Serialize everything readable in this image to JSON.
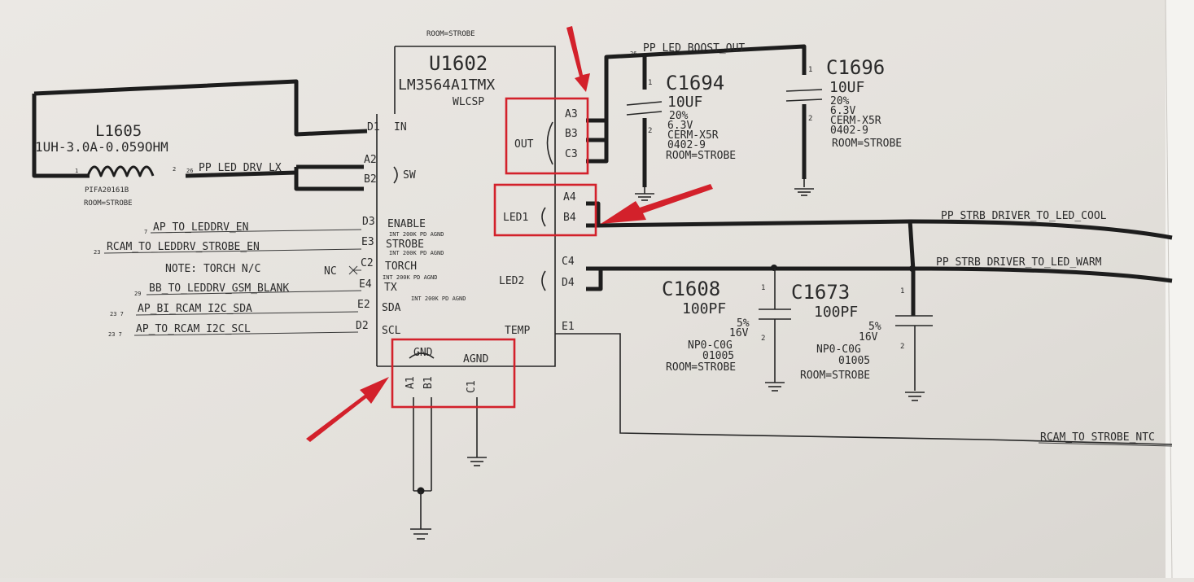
{
  "chip": {
    "room_label": "ROOM=STROBE",
    "refdes": "U1602",
    "part": "LM3564A1TMX",
    "package": "WLCSP",
    "pins_left": [
      {
        "id": "D1",
        "name": "IN"
      },
      {
        "id": "A2",
        "name": ""
      },
      {
        "id": "B2",
        "name": "SW"
      },
      {
        "id": "D3",
        "name": "ENABLE"
      },
      {
        "id": "E3",
        "name": "STROBE"
      },
      {
        "id": "C2",
        "name": "TORCH"
      },
      {
        "id": "E4",
        "name": "TX"
      },
      {
        "id": "E2",
        "name": "SDA"
      },
      {
        "id": "D2",
        "name": "SCL"
      }
    ],
    "pins_right": [
      {
        "id": "A3",
        "name": ""
      },
      {
        "id": "B3",
        "name": ""
      },
      {
        "id": "C3",
        "name": ""
      },
      {
        "id": "A4",
        "name": ""
      },
      {
        "id": "B4",
        "name": ""
      },
      {
        "id": "C4",
        "name": ""
      },
      {
        "id": "D4",
        "name": ""
      },
      {
        "id": "E1",
        "name": "TEMP"
      }
    ],
    "pins_bottom": [
      {
        "id": "A1"
      },
      {
        "id": "B1"
      },
      {
        "id": "C1"
      }
    ],
    "group_out": "OUT",
    "group_led1": "LED1",
    "group_led2": "LED2",
    "gnd_label": "GND",
    "agnd_label": "AGND",
    "pulldown_notes": [
      "INT 200K PD AGND",
      "INT 200K PD AGND",
      "INT 200K PD AGND",
      "INT 200K PD AGND"
    ]
  },
  "inductor": {
    "refdes": "L1605",
    "value": "1UH-3.0A-0.059OHM",
    "pin1": "1",
    "pin2": "2",
    "footprint": "PIFA20161B",
    "room": "ROOM=STROBE"
  },
  "nets": {
    "drv_lx": "PP_LED_DRV_LX",
    "drv_lx_page": "26",
    "boost_out": "PP_LED_BOOST_OUT",
    "boost_out_page": "26",
    "cool": "PP_STRB_DRIVER_TO_LED_COOL",
    "warm": "PP_STRB_DRIVER_TO_LED_WARM",
    "rcam_strobe": "RCAM_TO_STROBE_NTC"
  },
  "signals": [
    {
      "page": "7",
      "name": "AP_TO_LEDDRV_EN"
    },
    {
      "page": "23",
      "name": "RCAM_TO_LEDDRV_STROBE_EN"
    },
    {
      "page": "",
      "name": "NOTE: TORCH N/C"
    },
    {
      "page": "29",
      "name": "BB_TO_LEDDRV_GSM_BLANK"
    },
    {
      "page": "23 7",
      "name": "AP_BI_RCAM_I2C_SDA"
    },
    {
      "page": "23 7",
      "name": "AP_TO_RCAM_I2C_SCL"
    }
  ],
  "nc_label": "NC",
  "capacitors": [
    {
      "refdes": "C1694",
      "value": "10UF",
      "tol": "20%",
      "volt": "6.3V",
      "diel": "CERM-X5R",
      "pkg": "0402-9",
      "room": "ROOM=STROBE",
      "pin1": "1",
      "pin2": "2"
    },
    {
      "refdes": "C1696",
      "value": "10UF",
      "tol": "20%",
      "volt": "6.3V",
      "diel": "CERM-X5R",
      "pkg": "0402-9",
      "room": "ROOM=STROBE",
      "pin1": "1",
      "pin2": "2"
    },
    {
      "refdes": "C1608",
      "value": "100PF",
      "tol": "5%",
      "volt": "16V",
      "diel": "NP0-C0G",
      "pkg": "01005",
      "room": "ROOM=STROBE",
      "pin1": "1",
      "pin2": "2"
    },
    {
      "refdes": "C1673",
      "value": "100PF",
      "tol": "5%",
      "volt": "16V",
      "diel": "NP0-C0G",
      "pkg": "01005",
      "room": "ROOM=STROBE",
      "pin1": "1",
      "pin2": "2"
    }
  ],
  "colors": {
    "paper": "#e6e3df",
    "ink": "#262626",
    "highlight": "#d3212b"
  }
}
